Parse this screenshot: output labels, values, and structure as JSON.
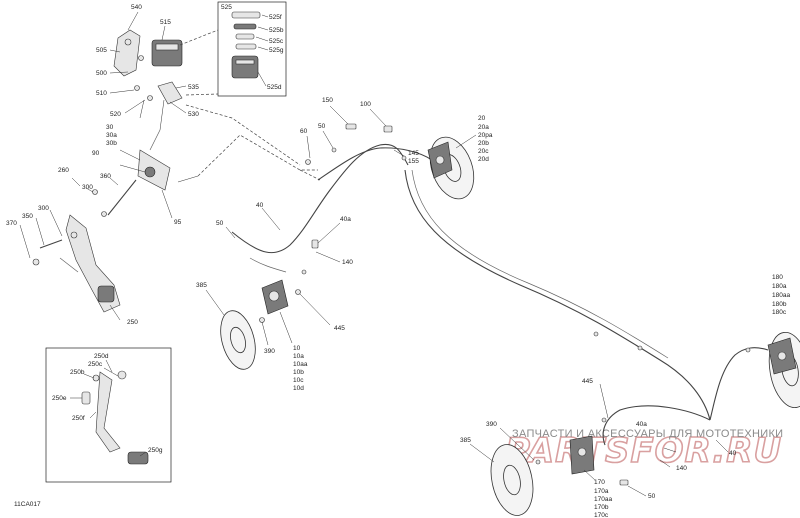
{
  "diagram": {
    "code": "11CA017",
    "watermark_text": "ЗАПЧАСТИ И АКСЕССУАРЫ ДЛЯ МОТОТЕХНИКИ",
    "watermark_logo": "PARTSFOR.RU",
    "labels": {
      "top": [
        "540",
        "515",
        "505",
        "500",
        "510",
        "535",
        "530",
        "520"
      ],
      "inset_top": [
        "525",
        "525f",
        "525b",
        "525c",
        "525g",
        "525d"
      ],
      "master": [
        "30",
        "30a",
        "30b",
        "90",
        "95",
        "360",
        "300",
        "260",
        "350",
        "370"
      ],
      "front_left": [
        "60",
        "50",
        "150",
        "100",
        "145",
        "155",
        "40",
        "40a",
        "140",
        "50"
      ],
      "front_right": [
        "20",
        "20a",
        "20pa",
        "20b",
        "20c",
        "20d"
      ],
      "caliper_left": [
        "385",
        "390",
        "445",
        "10",
        "10a",
        "10aa",
        "10b",
        "10c",
        "10d"
      ],
      "pedal": [
        "250"
      ],
      "inset_bottom": [
        "250d",
        "250c",
        "250b",
        "250e",
        "250f",
        "250g"
      ],
      "rear_right": [
        "180",
        "180a",
        "180aa",
        "180b",
        "180c"
      ],
      "rear_lower": [
        "445",
        "390",
        "385",
        "40",
        "40a",
        "140",
        "170",
        "170a",
        "170aa",
        "170b",
        "170c",
        "50"
      ]
    }
  }
}
